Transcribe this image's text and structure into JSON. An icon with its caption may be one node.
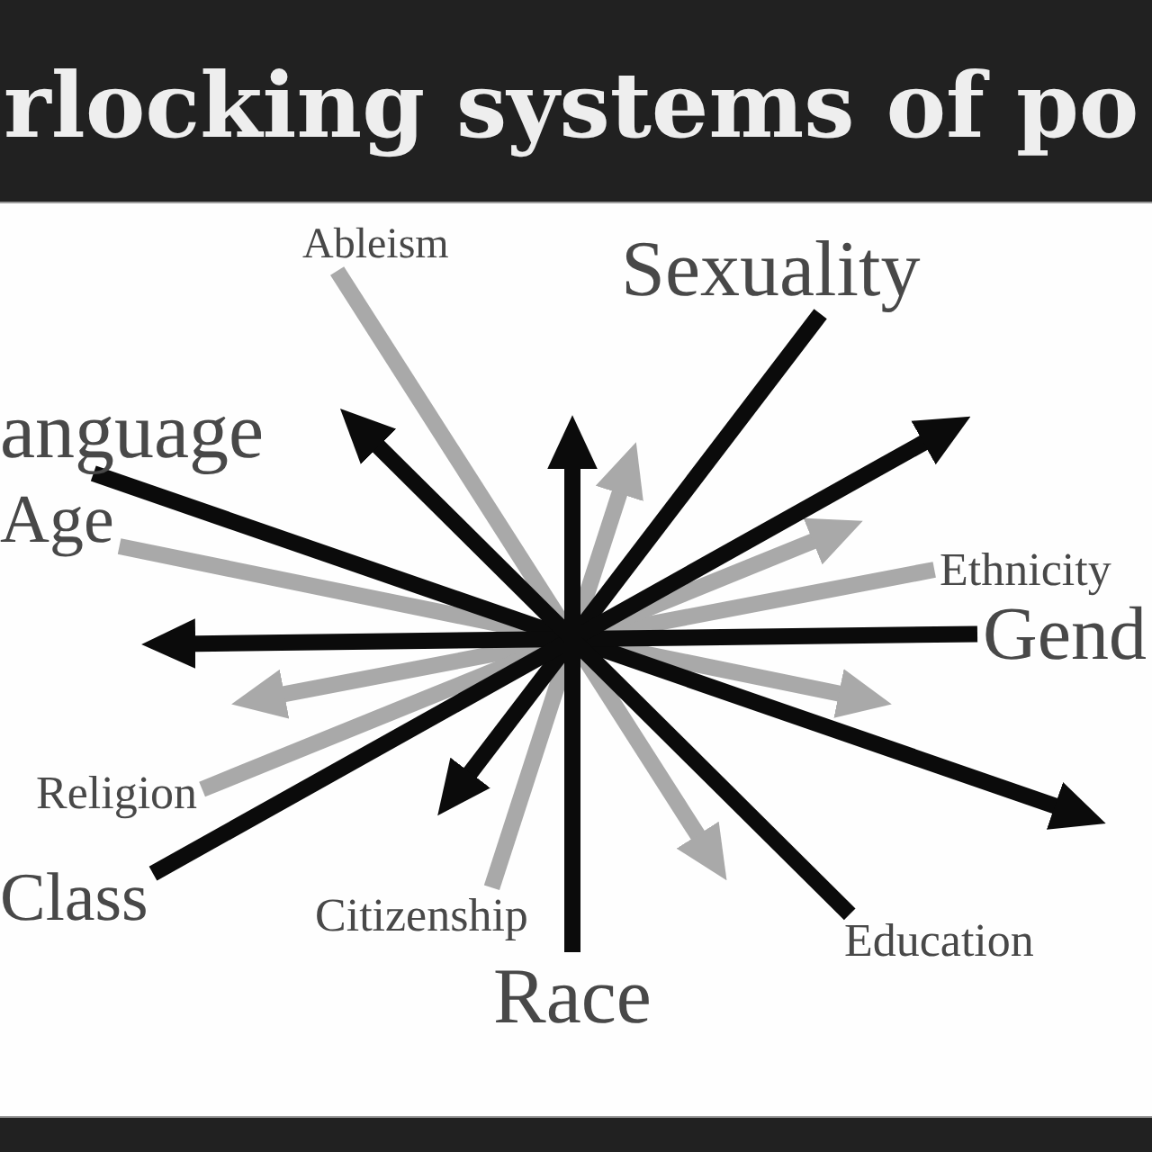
{
  "diagram": {
    "title": "rlocking systems of po",
    "nodes": [
      {
        "text": [
          "Ableism"
        ]
      },
      {
        "text": [
          "Sexuality"
        ]
      },
      {
        "text": [
          "anguage"
        ]
      },
      {
        "text": [
          "Age"
        ]
      },
      {
        "text": [
          "Ethnicity"
        ]
      },
      {
        "text": [
          "Gend"
        ]
      },
      {
        "text": [
          "Religion"
        ]
      },
      {
        "text": [
          "Citizenship"
        ]
      },
      {
        "text": [
          "Class"
        ]
      },
      {
        "text": [
          "Education"
        ]
      },
      {
        "text": [
          "Race"
        ]
      }
    ],
    "edges": [
      {
        "from": 0,
        "to": null,
        "arrow": "to",
        "color": "#a9a9a9"
      },
      {
        "from": 1,
        "to": null,
        "arrow": "to"
      },
      {
        "from": 2,
        "to": null,
        "arrow": "to"
      },
      {
        "from": 3,
        "to": null,
        "arrow": "to",
        "color": "#a9a9a9"
      },
      {
        "from": 4,
        "to": null,
        "arrow": "to",
        "color": "#a9a9a9"
      },
      {
        "from": 5,
        "to": null,
        "arrow": "to"
      },
      {
        "from": 6,
        "to": null,
        "arrow": "to",
        "color": "#a9a9a9"
      },
      {
        "from": 7,
        "to": null,
        "arrow": "to",
        "color": "#a9a9a9"
      },
      {
        "from": 8,
        "to": null,
        "arrow": "to"
      },
      {
        "from": 9,
        "to": null,
        "arrow": "to"
      },
      {
        "from": 10,
        "to": null,
        "arrow": "to"
      }
    ]
  }
}
